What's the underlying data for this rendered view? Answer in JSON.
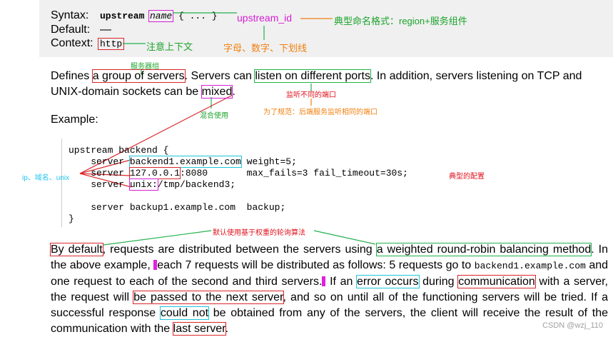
{
  "syntax": {
    "syntax_label": "Syntax:",
    "syntax_keyword": "upstream",
    "syntax_name": "name",
    "syntax_rest": "{ ... }",
    "default_label": "Default:",
    "default_value": "—",
    "context_label": "Context:",
    "context_value": "http"
  },
  "annotations": {
    "upstream_id": "upstream_id",
    "naming_format": "典型命名格式：region+服务组件",
    "letters_digits": "字母、数字、下划线",
    "note_context": "注意上下文",
    "server_group": "服务器组",
    "listen_ports": "监听不同的端口",
    "standard_note": "为了规范：后端服务监听相同的端口",
    "mixed_use": "混合使用",
    "ip_domain_unix": "ip、域名、unix",
    "typical_config": "典型的配置",
    "default_weighted": "默认使用基于权重的轮询算法"
  },
  "paragraph1": {
    "p1": "Defines ",
    "p2": "a group of servers",
    "p3": ". Servers can ",
    "p4": "listen on different ports",
    "p5": ". In addition, servers listening on TCP and UNIX-domain sockets can be ",
    "p6": "mixed",
    "p7": "."
  },
  "example_label": "Example:",
  "code": {
    "l1": "upstream backend {",
    "l2a": "    server ",
    "l2b": "backend1.example.com",
    "l2c": " weight=5;",
    "l3a": "    server ",
    "l3b": "127.0.0.1",
    "l3c": ":8080       max_fails=3 fail_timeout=30s;",
    "l4a": "    server ",
    "l4b": "unix:",
    "l4c": "/tmp/backend3;",
    "l5": "    server backup1.example.com  backup;",
    "l6": "}"
  },
  "paragraph2": {
    "a1": "By default",
    "a2": ", requests are distributed between the servers using ",
    "a3": "a weighted round-robin balancing method",
    "a4": ". In the above example, ",
    "a5": "each 7 requests will be distributed as follows: 5 requests go to ",
    "a6": "backend1.example.com",
    "a7": " and one request to each of the second and third servers.",
    "a8": " If an ",
    "a9": "error occurs",
    "a10": " during ",
    "a11": "communication",
    "a12": " with a server, the request will ",
    "a13": "be passed to the next server",
    "a14": ", and so on until all of the functioning servers will be tried. If a successful response ",
    "a15": "could not",
    "a16": " be obtained from any of the servers, the client will receive the result of the communication with the ",
    "a17": "last server",
    "a18": "."
  },
  "watermark": "CSDN @wzj_110"
}
